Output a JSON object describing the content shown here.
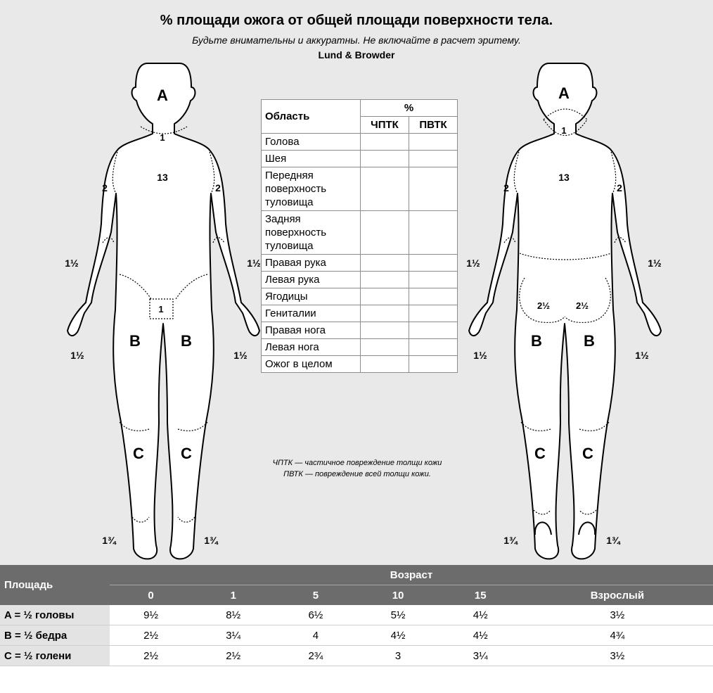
{
  "title": "% площади ожога от общей площади поверхности тела.",
  "subtitle": "Будьте внимательны и аккуратны. Не включайте в расчет эритему.",
  "method": "Lund & Browder",
  "front_labels": {
    "head": "A",
    "neck": "1",
    "trunk": "13",
    "upper_arm": "2",
    "forearm": "1½",
    "hand": "1½",
    "genitals": "1",
    "thigh": "B",
    "leg": "C",
    "foot": "1¾"
  },
  "back_labels": {
    "head": "A",
    "neck": "1",
    "trunk": "13",
    "upper_arm": "2",
    "forearm": "1½",
    "hand": "1½",
    "buttock": "2½",
    "thigh": "B",
    "leg": "C",
    "foot": "1¾"
  },
  "area_table": {
    "col_region": "Область",
    "col_percent": "%",
    "col_partial": "ЧПТК",
    "col_full": "ПВТК",
    "rows": [
      "Голова",
      "Шея",
      "Передняя поверхность туловища",
      "Задняя поверхность туловища",
      "Правая рука",
      "Левая рука",
      "Ягодицы",
      "Гениталии",
      "Правая нога",
      "Левая нога",
      "Ожог в целом"
    ]
  },
  "notes": [
    "ЧПТК — частичное повреждение толщи кожи",
    "ПВТК — повреждение всей толщи кожи."
  ],
  "age_table": {
    "area_header": "Площадь",
    "age_header": "Возраст",
    "ages": [
      "0",
      "1",
      "5",
      "10",
      "15",
      "Взрослый"
    ],
    "rows": [
      {
        "label": "A = ½ головы",
        "values": [
          "9½",
          "8½",
          "6½",
          "5½",
          "4½",
          "3½"
        ]
      },
      {
        "label": "B = ½ бедра",
        "values": [
          "2½",
          "3¼",
          "4",
          "4½",
          "4½",
          "4¾"
        ]
      },
      {
        "label": "C = ½ голени",
        "values": [
          "2½",
          "2½",
          "2¾",
          "3",
          "3¼",
          "3½"
        ]
      }
    ]
  }
}
